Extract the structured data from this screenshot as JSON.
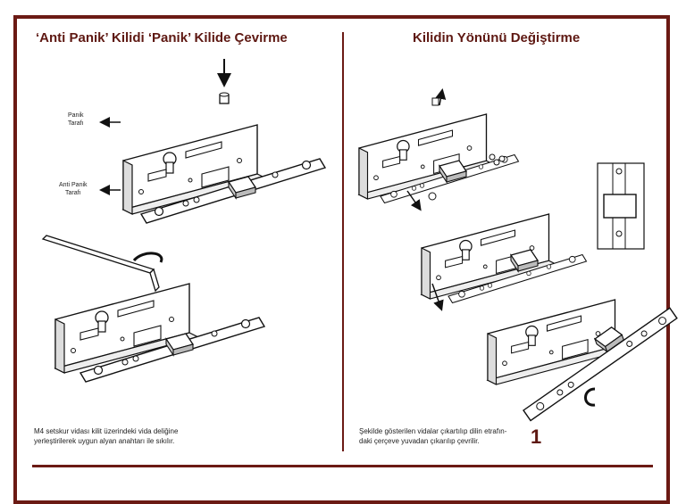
{
  "left_panel": {
    "title": "‘Anti Panik’ Kilidi ‘Panik’  Kilide Çevirme",
    "label_panik": [
      "Panik",
      "Tarafı"
    ],
    "label_anti_panik": [
      "Anti Panik",
      "Tarafı"
    ],
    "caption": [
      "M4 setskur vidası kilit üzerindeki vida deliğine",
      "yerleştirilerek uygun alyan anahtarı ile sıkılır."
    ]
  },
  "right_panel": {
    "title": "Kilidin Yönünü Değiştirme",
    "caption": [
      "Şekilde gösterilen vidalar çıkartılıp dilin etrafın-",
      "daki çerçeve yuvadan çıkarılıp çevrilir."
    ]
  },
  "page_number": "1",
  "colors": {
    "accent": "#6b1a14",
    "title": "#5e1812",
    "line": "#111111"
  }
}
